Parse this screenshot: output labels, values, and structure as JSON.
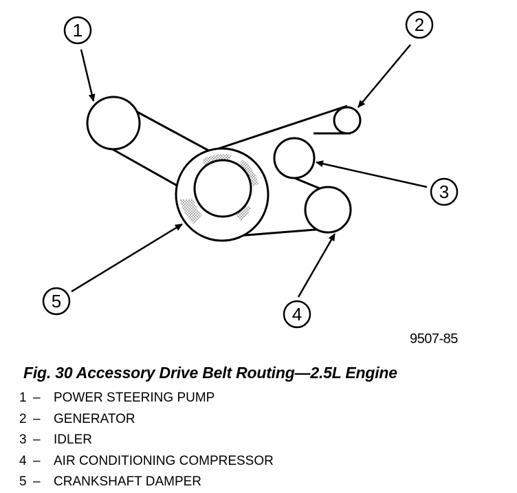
{
  "figure": {
    "code": "9507-85",
    "caption": "Fig. 30 Accessory Drive Belt Routing—2.5L Engine"
  },
  "callouts": [
    {
      "id": "1",
      "component": "POWER STEERING PUMP"
    },
    {
      "id": "2",
      "component": "GENERATOR"
    },
    {
      "id": "3",
      "component": "IDLER"
    },
    {
      "id": "4",
      "component": "AIR CONDITIONING COMPRESSOR"
    },
    {
      "id": "5",
      "component": "CRANKSHAFT DAMPER"
    }
  ],
  "legend": {
    "separator": "–"
  },
  "colors": {
    "line": "#000000",
    "background": "#ffffff",
    "hatch": "#8a8a8a"
  }
}
